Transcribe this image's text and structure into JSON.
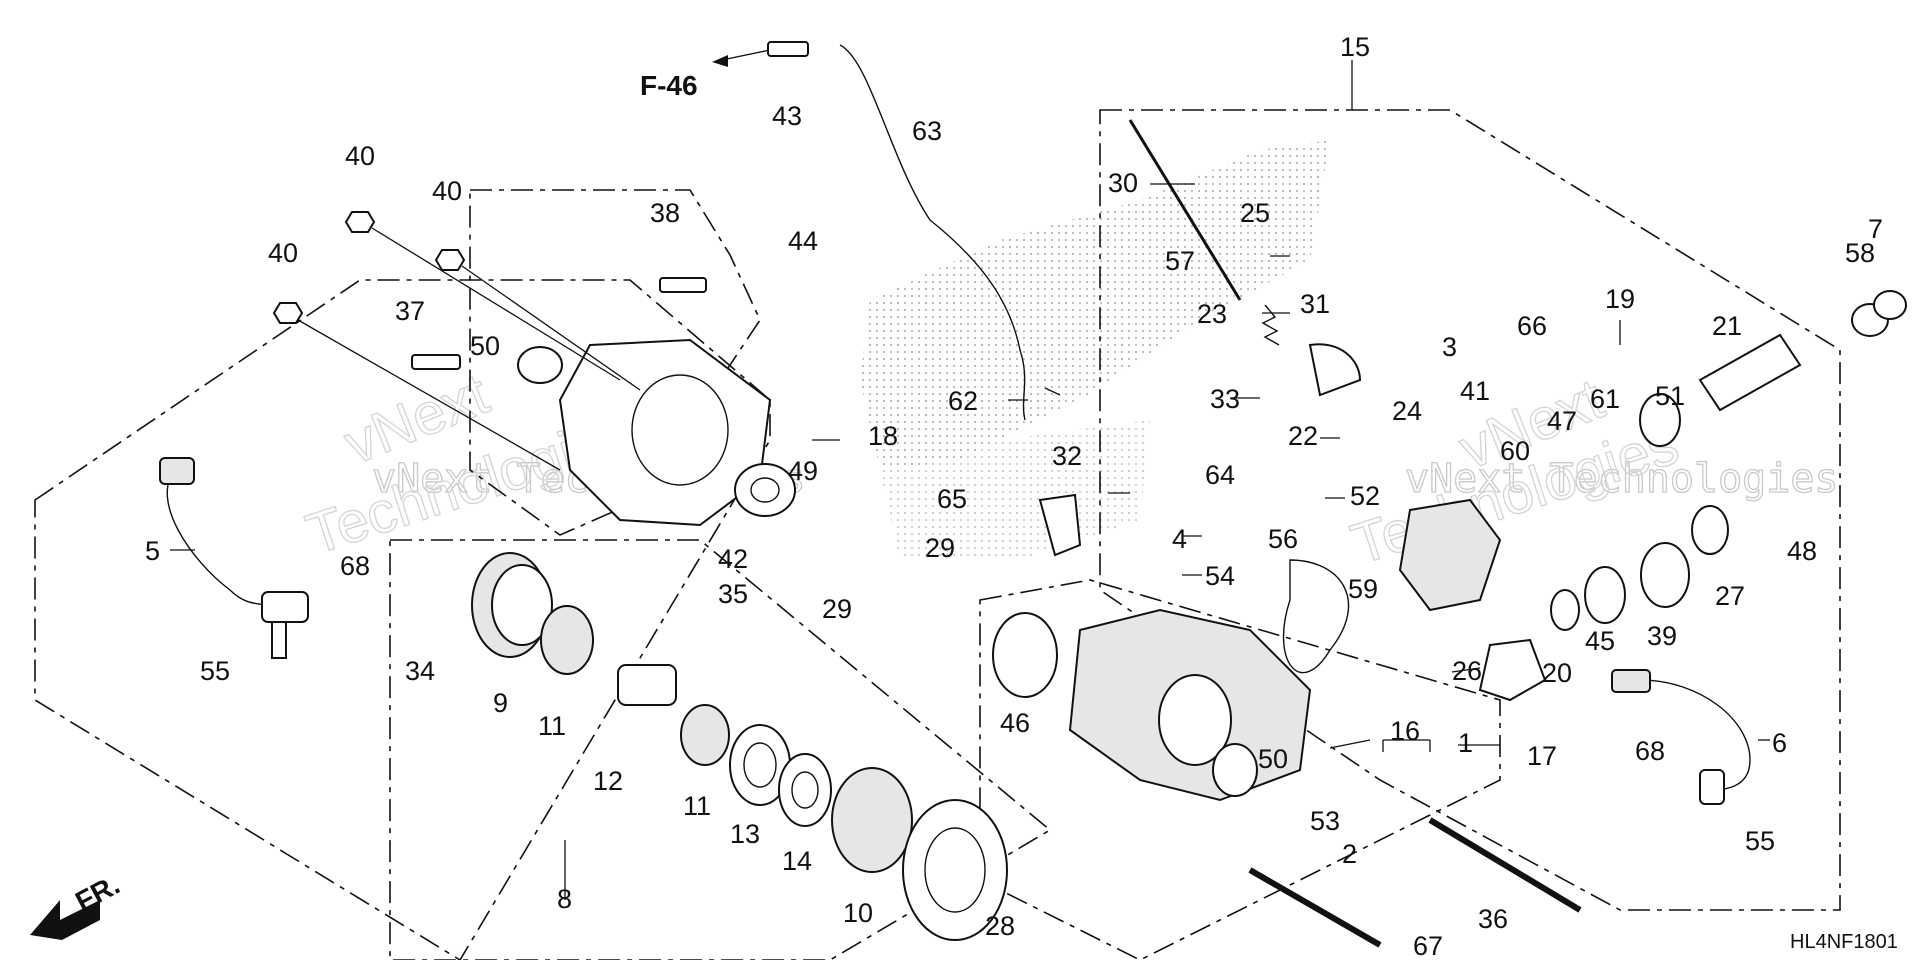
{
  "diagram": {
    "code": "HL4NF1801",
    "reference": "F-46",
    "front_label": "FR.",
    "watermark": "vNext Technologies",
    "callouts": [
      "1",
      "2",
      "3",
      "4",
      "5",
      "6",
      "7",
      "8",
      "9",
      "10",
      "11",
      "11",
      "12",
      "13",
      "14",
      "15",
      "16",
      "17",
      "18",
      "19",
      "20",
      "21",
      "22",
      "23",
      "24",
      "25",
      "26",
      "27",
      "28",
      "29",
      "29",
      "30",
      "31",
      "32",
      "33",
      "34",
      "35",
      "36",
      "37",
      "38",
      "39",
      "40",
      "40",
      "40",
      "41",
      "42",
      "43",
      "44",
      "45",
      "46",
      "47",
      "48",
      "49",
      "50",
      "50",
      "51",
      "52",
      "53",
      "54",
      "55",
      "55",
      "56",
      "57",
      "58",
      "59",
      "60",
      "61",
      "62",
      "63",
      "64",
      "65",
      "66",
      "67",
      "68",
      "68"
    ]
  }
}
